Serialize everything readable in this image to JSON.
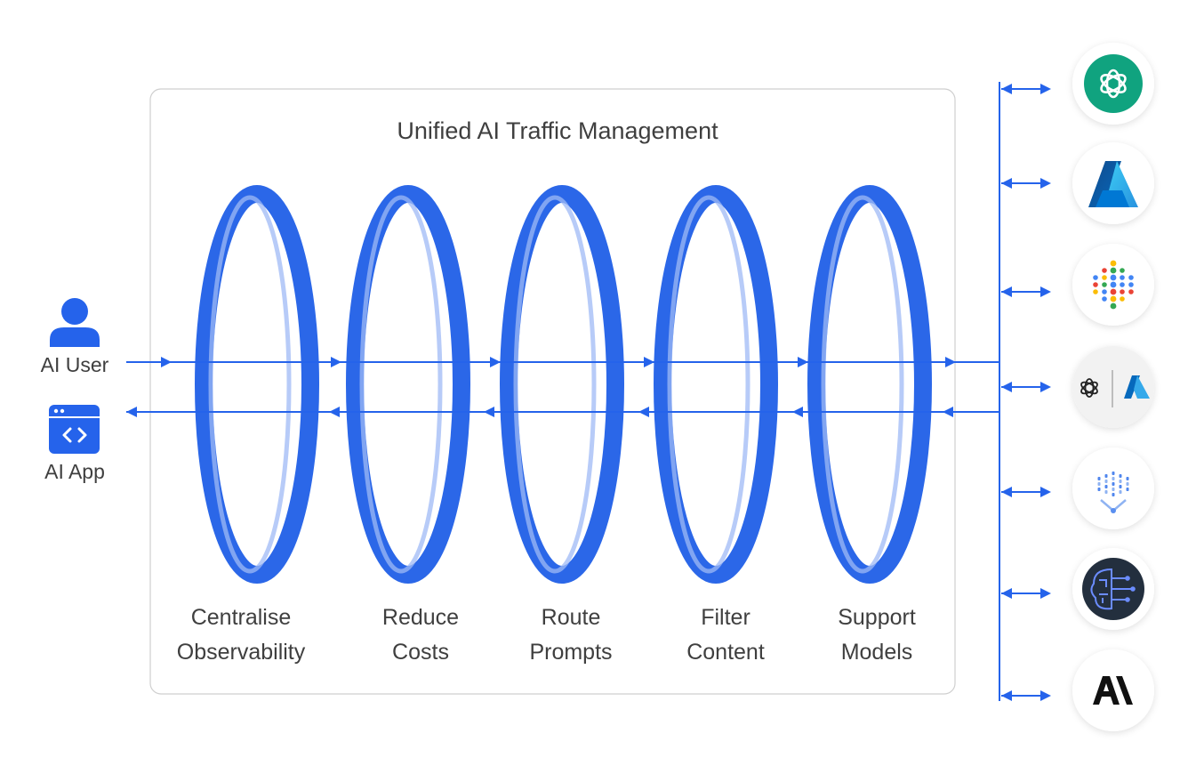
{
  "title": "Unified AI Traffic Management",
  "actors": [
    {
      "label": "AI User",
      "icon": "user-icon"
    },
    {
      "label": "AI App",
      "icon": "code-window-icon"
    }
  ],
  "stages": [
    {
      "line1": "Centralise",
      "line2": "Observability"
    },
    {
      "line1": "Reduce",
      "line2": "Costs"
    },
    {
      "line1": "Route",
      "line2": "Prompts"
    },
    {
      "line1": "Filter",
      "line2": "Content"
    },
    {
      "line1": "Support",
      "line2": "Models"
    }
  ],
  "providers": [
    {
      "icon": "openai-logo-icon"
    },
    {
      "icon": "azure-logo-icon"
    },
    {
      "icon": "google-gemini-dots-icon"
    },
    {
      "icon": "azure-openai-logo-icon"
    },
    {
      "icon": "vertex-ai-logo-icon"
    },
    {
      "icon": "bedrock-brain-logo-icon"
    },
    {
      "icon": "anthropic-logo-icon"
    }
  ],
  "colors": {
    "accent": "#2563eb",
    "ring": "#2b67e8",
    "ring_inner": "#9fbaf5",
    "border": "#cfcfcf",
    "text": "#3f3f3f",
    "openai_bg": "#10a37f",
    "bedrock_bg": "#232f3e"
  }
}
